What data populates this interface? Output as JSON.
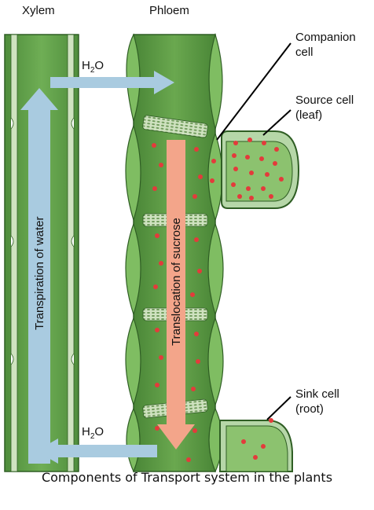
{
  "labels": {
    "xylem": "Xylem",
    "phloem": "Phloem",
    "companion": [
      "Companion",
      "cell"
    ],
    "source": [
      "Source cell",
      "(leaf)"
    ],
    "sink": [
      "Sink cell",
      "(root)"
    ],
    "h2o_top": {
      "main": "H",
      "sub": "2",
      "end": "O"
    },
    "h2o_bottom": {
      "main": "H",
      "sub": "2",
      "end": "O"
    },
    "transpiration": "Transpiration of water",
    "translocation": "Translocation of sucrose"
  },
  "caption": "Components of Transport system in the plants",
  "colors": {
    "cell_green": "#6aa84f",
    "cell_dark": "#4e8a3a",
    "cell_light": "#b6d7a8",
    "water_arrow": "#a9cbe0",
    "sucrose_arrow": "#f3a58a",
    "sucrose_dot": "#e33b3b"
  }
}
